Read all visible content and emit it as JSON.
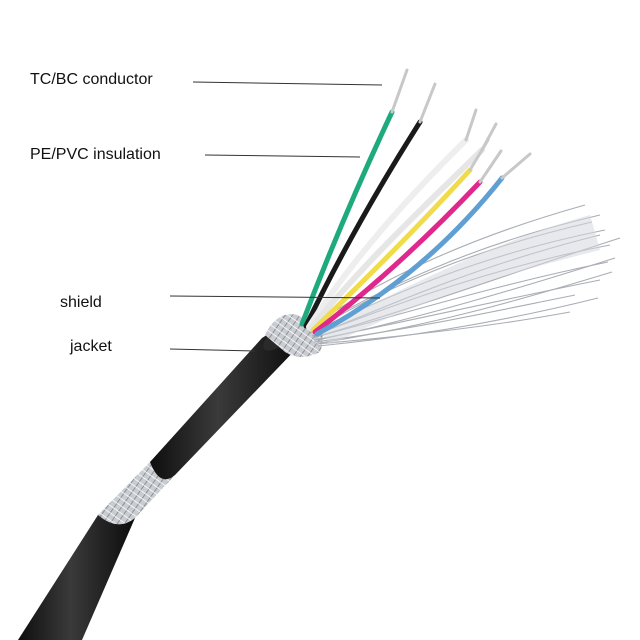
{
  "labels": {
    "conductor": "TC/BC conductor",
    "insulation": "PE/PVC insulation",
    "shield": "shield",
    "jacket": "jacket"
  },
  "colors": {
    "background": "#ffffff",
    "jacket": "#1c1c1c",
    "leader_line": "#333333",
    "wire_green": "#1faa7e",
    "wire_black": "#1a1a1a",
    "wire_white": "#eeeeee",
    "wire_yellow": "#f0dc4a",
    "wire_magenta": "#e0288c",
    "wire_blue": "#5f9fd2",
    "shield_braid": "#b9bcc2",
    "conductor_metal": "#d8d8d8"
  }
}
